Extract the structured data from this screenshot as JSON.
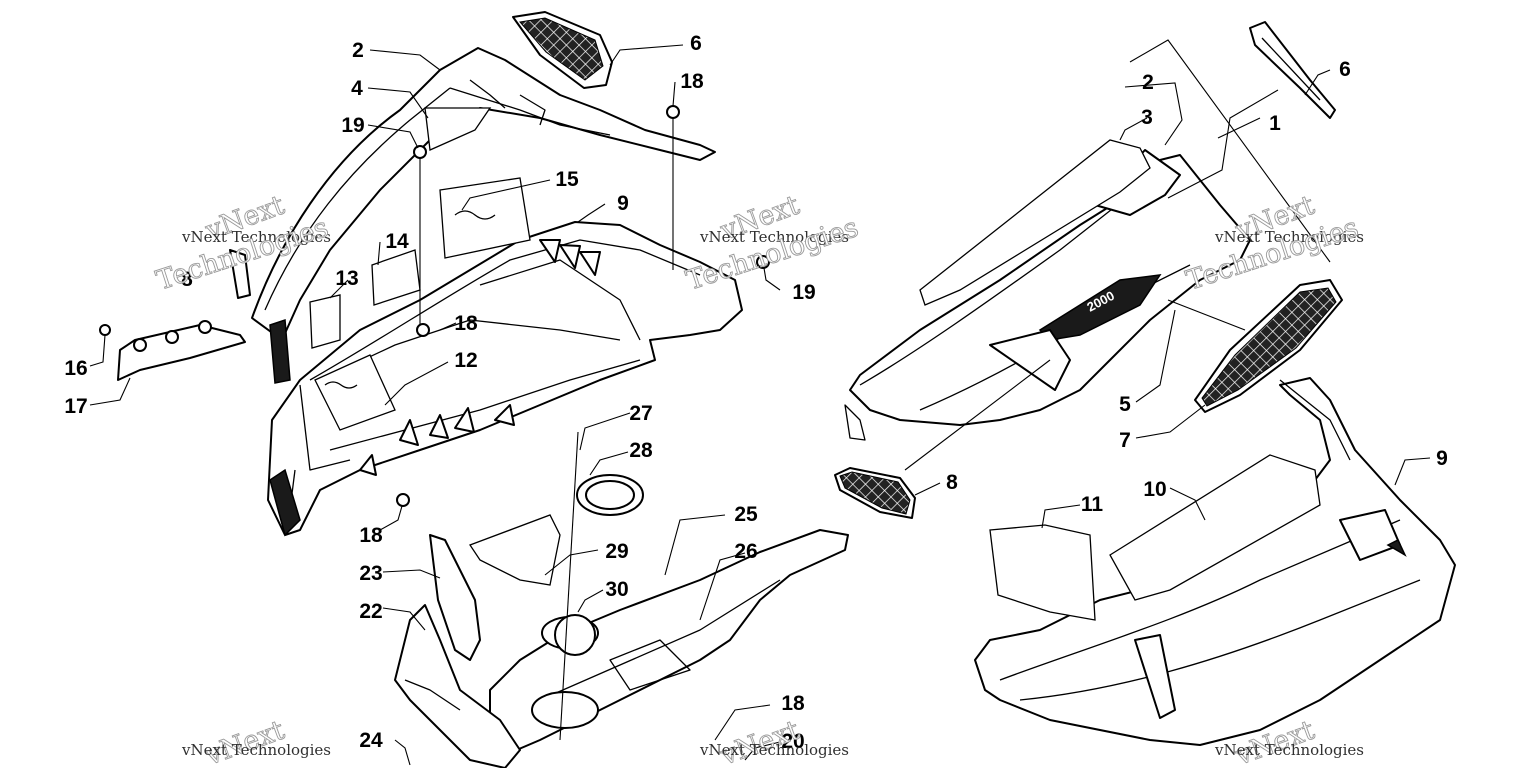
{
  "diagram": {
    "watermark_brand": "vNext",
    "watermark_line": "vNext Technologies",
    "watermark_word": "Technologies",
    "hood_decal_text": "2000",
    "callouts": {
      "c1": "1",
      "c2a": "2",
      "c2b": "2",
      "c3": "3",
      "c4": "4",
      "c5": "5",
      "c6a": "6",
      "c6b": "6",
      "c7": "7",
      "c8a": "8",
      "c8b": "8",
      "c9a": "9",
      "c9b": "9",
      "c10": "10",
      "c11": "11",
      "c12": "12",
      "c13": "13",
      "c14": "14",
      "c15": "15",
      "c16": "16",
      "c17": "17",
      "c18a": "18",
      "c18b": "18",
      "c18c": "18",
      "c18d": "18",
      "c19a": "19",
      "c19b": "19",
      "c20": "20",
      "c22": "22",
      "c23": "23",
      "c24": "24",
      "c25": "25",
      "c26": "26",
      "c27": "27",
      "c28": "28",
      "c29": "29",
      "c30": "30"
    }
  }
}
